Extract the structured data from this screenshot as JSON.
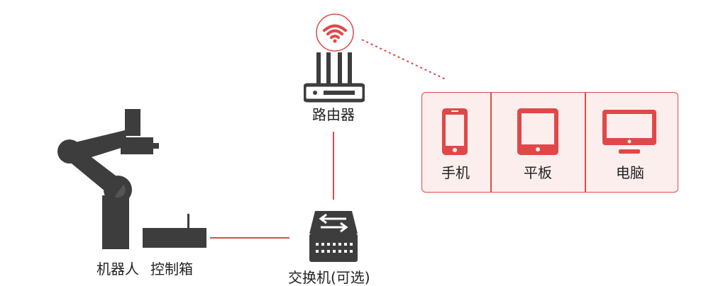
{
  "nodes": {
    "router": {
      "label": "路由器",
      "icon": "router-icon"
    },
    "wifi": {
      "icon": "wifi-icon"
    },
    "switch": {
      "label": "交换机(可选)",
      "icon": "switch-icon"
    },
    "robot": {
      "label": "机器人",
      "icon": "robot-arm-icon"
    },
    "controller": {
      "label": "控制箱",
      "icon": "control-box-icon"
    }
  },
  "devices": [
    {
      "label": "手机",
      "icon": "phone-icon"
    },
    {
      "label": "平板",
      "icon": "tablet-icon"
    },
    {
      "label": "电脑",
      "icon": "monitor-icon"
    }
  ],
  "colors": {
    "accent": "#e04848",
    "panel_fill": "#fdeeee",
    "icon_dark": "#3d3d3d"
  }
}
